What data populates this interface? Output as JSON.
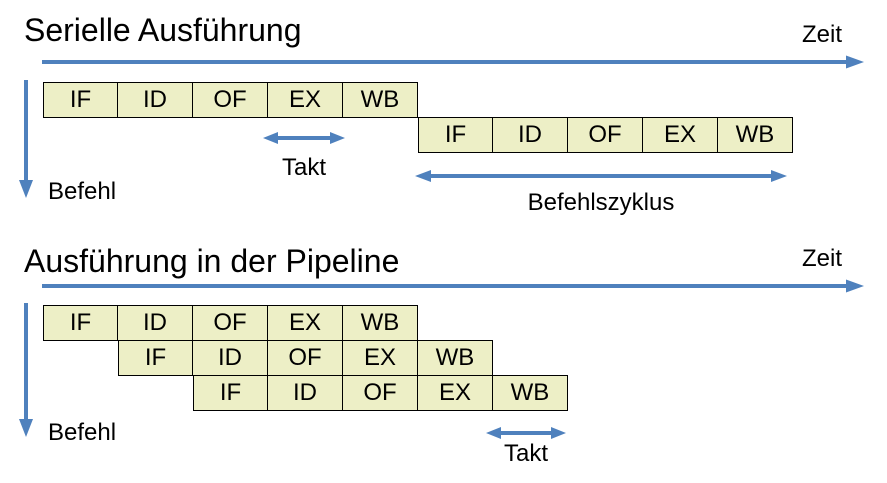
{
  "colors": {
    "accent": "#4f81bd",
    "box_fill": "#edefc6",
    "box_border": "#000000",
    "text": "#000000",
    "bg": "#ffffff"
  },
  "serial": {
    "title": "Serielle Ausführung",
    "time_label": "Zeit",
    "instruction_label": "Befehl",
    "clock_label": "Takt",
    "cycle_label": "Befehlszyklus",
    "row1": [
      "IF",
      "ID",
      "OF",
      "EX",
      "WB"
    ],
    "row2": [
      "IF",
      "ID",
      "OF",
      "EX",
      "WB"
    ]
  },
  "pipeline": {
    "title": "Ausführung in der Pipeline",
    "time_label": "Zeit",
    "instruction_label": "Befehl",
    "clock_label": "Takt",
    "row1": [
      "IF",
      "ID",
      "OF",
      "EX",
      "WB"
    ],
    "row2": [
      "IF",
      "ID",
      "OF",
      "EX",
      "WB"
    ],
    "row3": [
      "IF",
      "ID",
      "OF",
      "EX",
      "WB"
    ]
  }
}
